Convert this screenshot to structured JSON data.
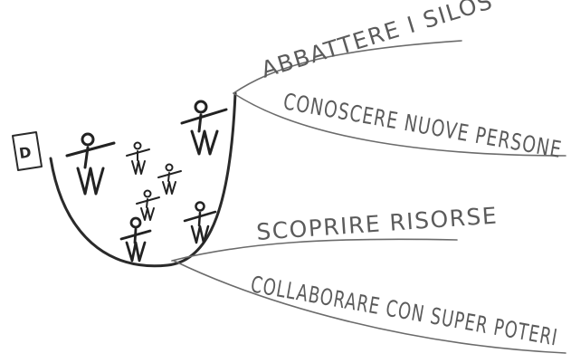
{
  "diagram": {
    "badge_letter": "D",
    "branches": [
      {
        "label": "ABBATTERE I SILOS"
      },
      {
        "label": "CONOSCERE NUOVE PERSONE"
      },
      {
        "label": "SCOPRIRE RISORSE"
      },
      {
        "label": "COLLABORARE CON SUPER POTERI"
      }
    ]
  },
  "colors": {
    "ink": "#2a2a2a",
    "branch_line": "#6b6b6b",
    "label_text": "#5b5b5b",
    "background": "#ffffff"
  }
}
